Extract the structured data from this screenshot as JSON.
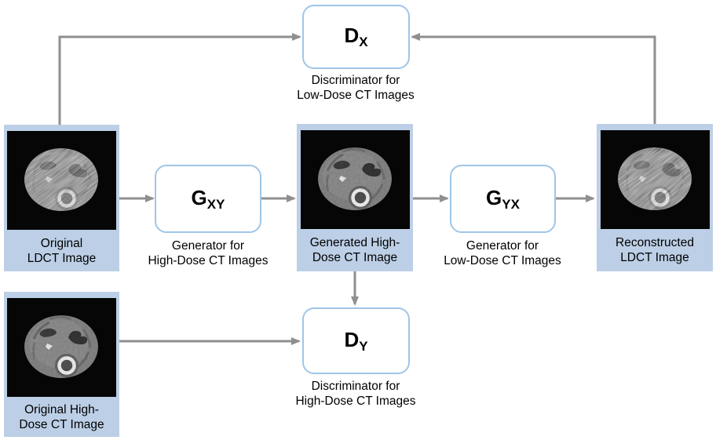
{
  "nodes": {
    "dx": {
      "symbol": "D",
      "subscript": "X",
      "caption_line1": "Discriminator for",
      "caption_line2": "Low-Dose CT Images"
    },
    "gxy": {
      "symbol": "G",
      "subscript": "XY",
      "caption_line1": "Generator for",
      "caption_line2": "High-Dose CT Images"
    },
    "gyx": {
      "symbol": "G",
      "subscript": "YX",
      "caption_line1": "Generator for",
      "caption_line2": "Low-Dose CT Images"
    },
    "dy": {
      "symbol": "D",
      "subscript": "Y",
      "caption_line1": "Discriminator for",
      "caption_line2": "High-Dose CT Images"
    }
  },
  "panels": {
    "original_ldct": {
      "caption_line1": "Original",
      "caption_line2": "LDCT Image"
    },
    "generated_hdct": {
      "caption_line1": "Generated High-",
      "caption_line2": "Dose CT Image"
    },
    "reconstructed_ldct": {
      "caption_line1": "Reconstructed",
      "caption_line2": "LDCT Image"
    },
    "original_hdct": {
      "caption_line1": "Original High-",
      "caption_line2": "Dose CT Image"
    }
  },
  "colors": {
    "panel_background": "#bccfe6",
    "node_border": "#9fc5e8",
    "node_background": "#ffffff",
    "arrow": "#8f8f8f",
    "text": "#000000"
  }
}
